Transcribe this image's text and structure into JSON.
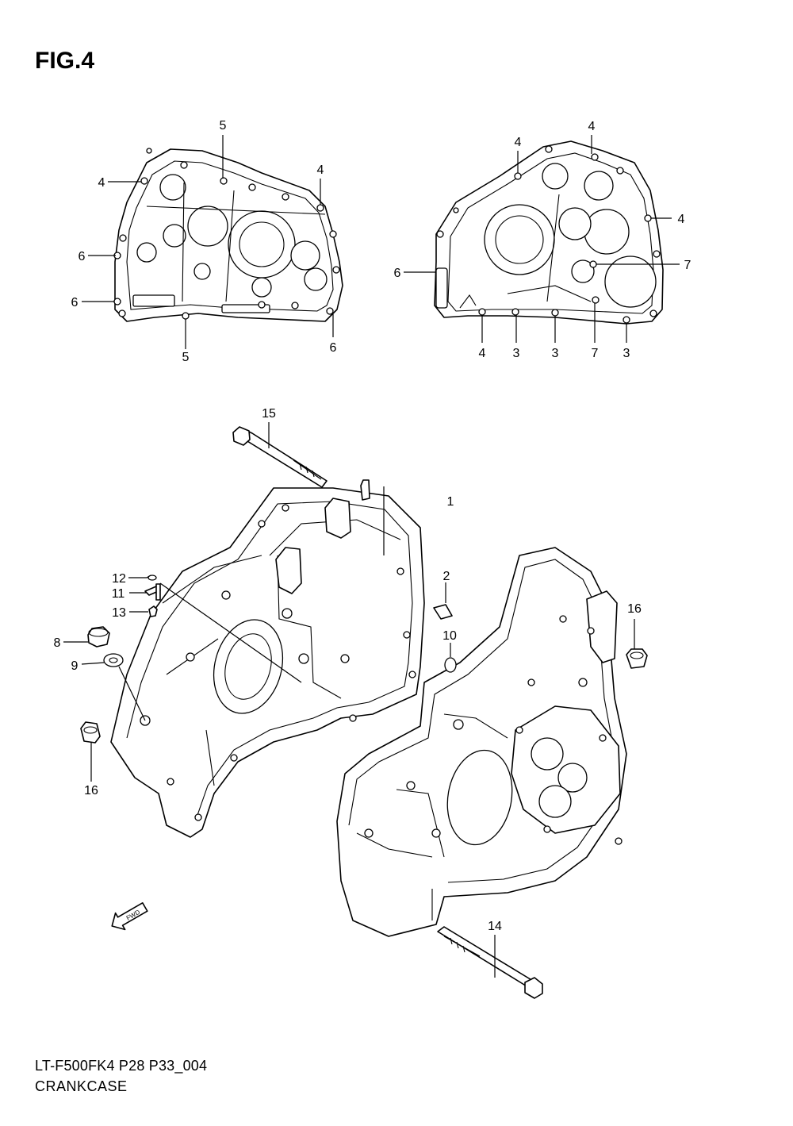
{
  "figure": {
    "title": "FIG.4",
    "model_code": "LT-F500FK4 P28 P33_004",
    "name": "CRANKCASE",
    "fwd_label": "FWD"
  },
  "callouts": {
    "top_left": [
      "5",
      "4",
      "4",
      "6",
      "6",
      "5",
      "6"
    ],
    "top_right": [
      "4",
      "4",
      "4",
      "6",
      "7",
      "4",
      "3",
      "3",
      "7",
      "3"
    ],
    "main": [
      "15",
      "1",
      "2",
      "10",
      "12",
      "11",
      "13",
      "8",
      "9",
      "16",
      "16",
      "14"
    ]
  }
}
